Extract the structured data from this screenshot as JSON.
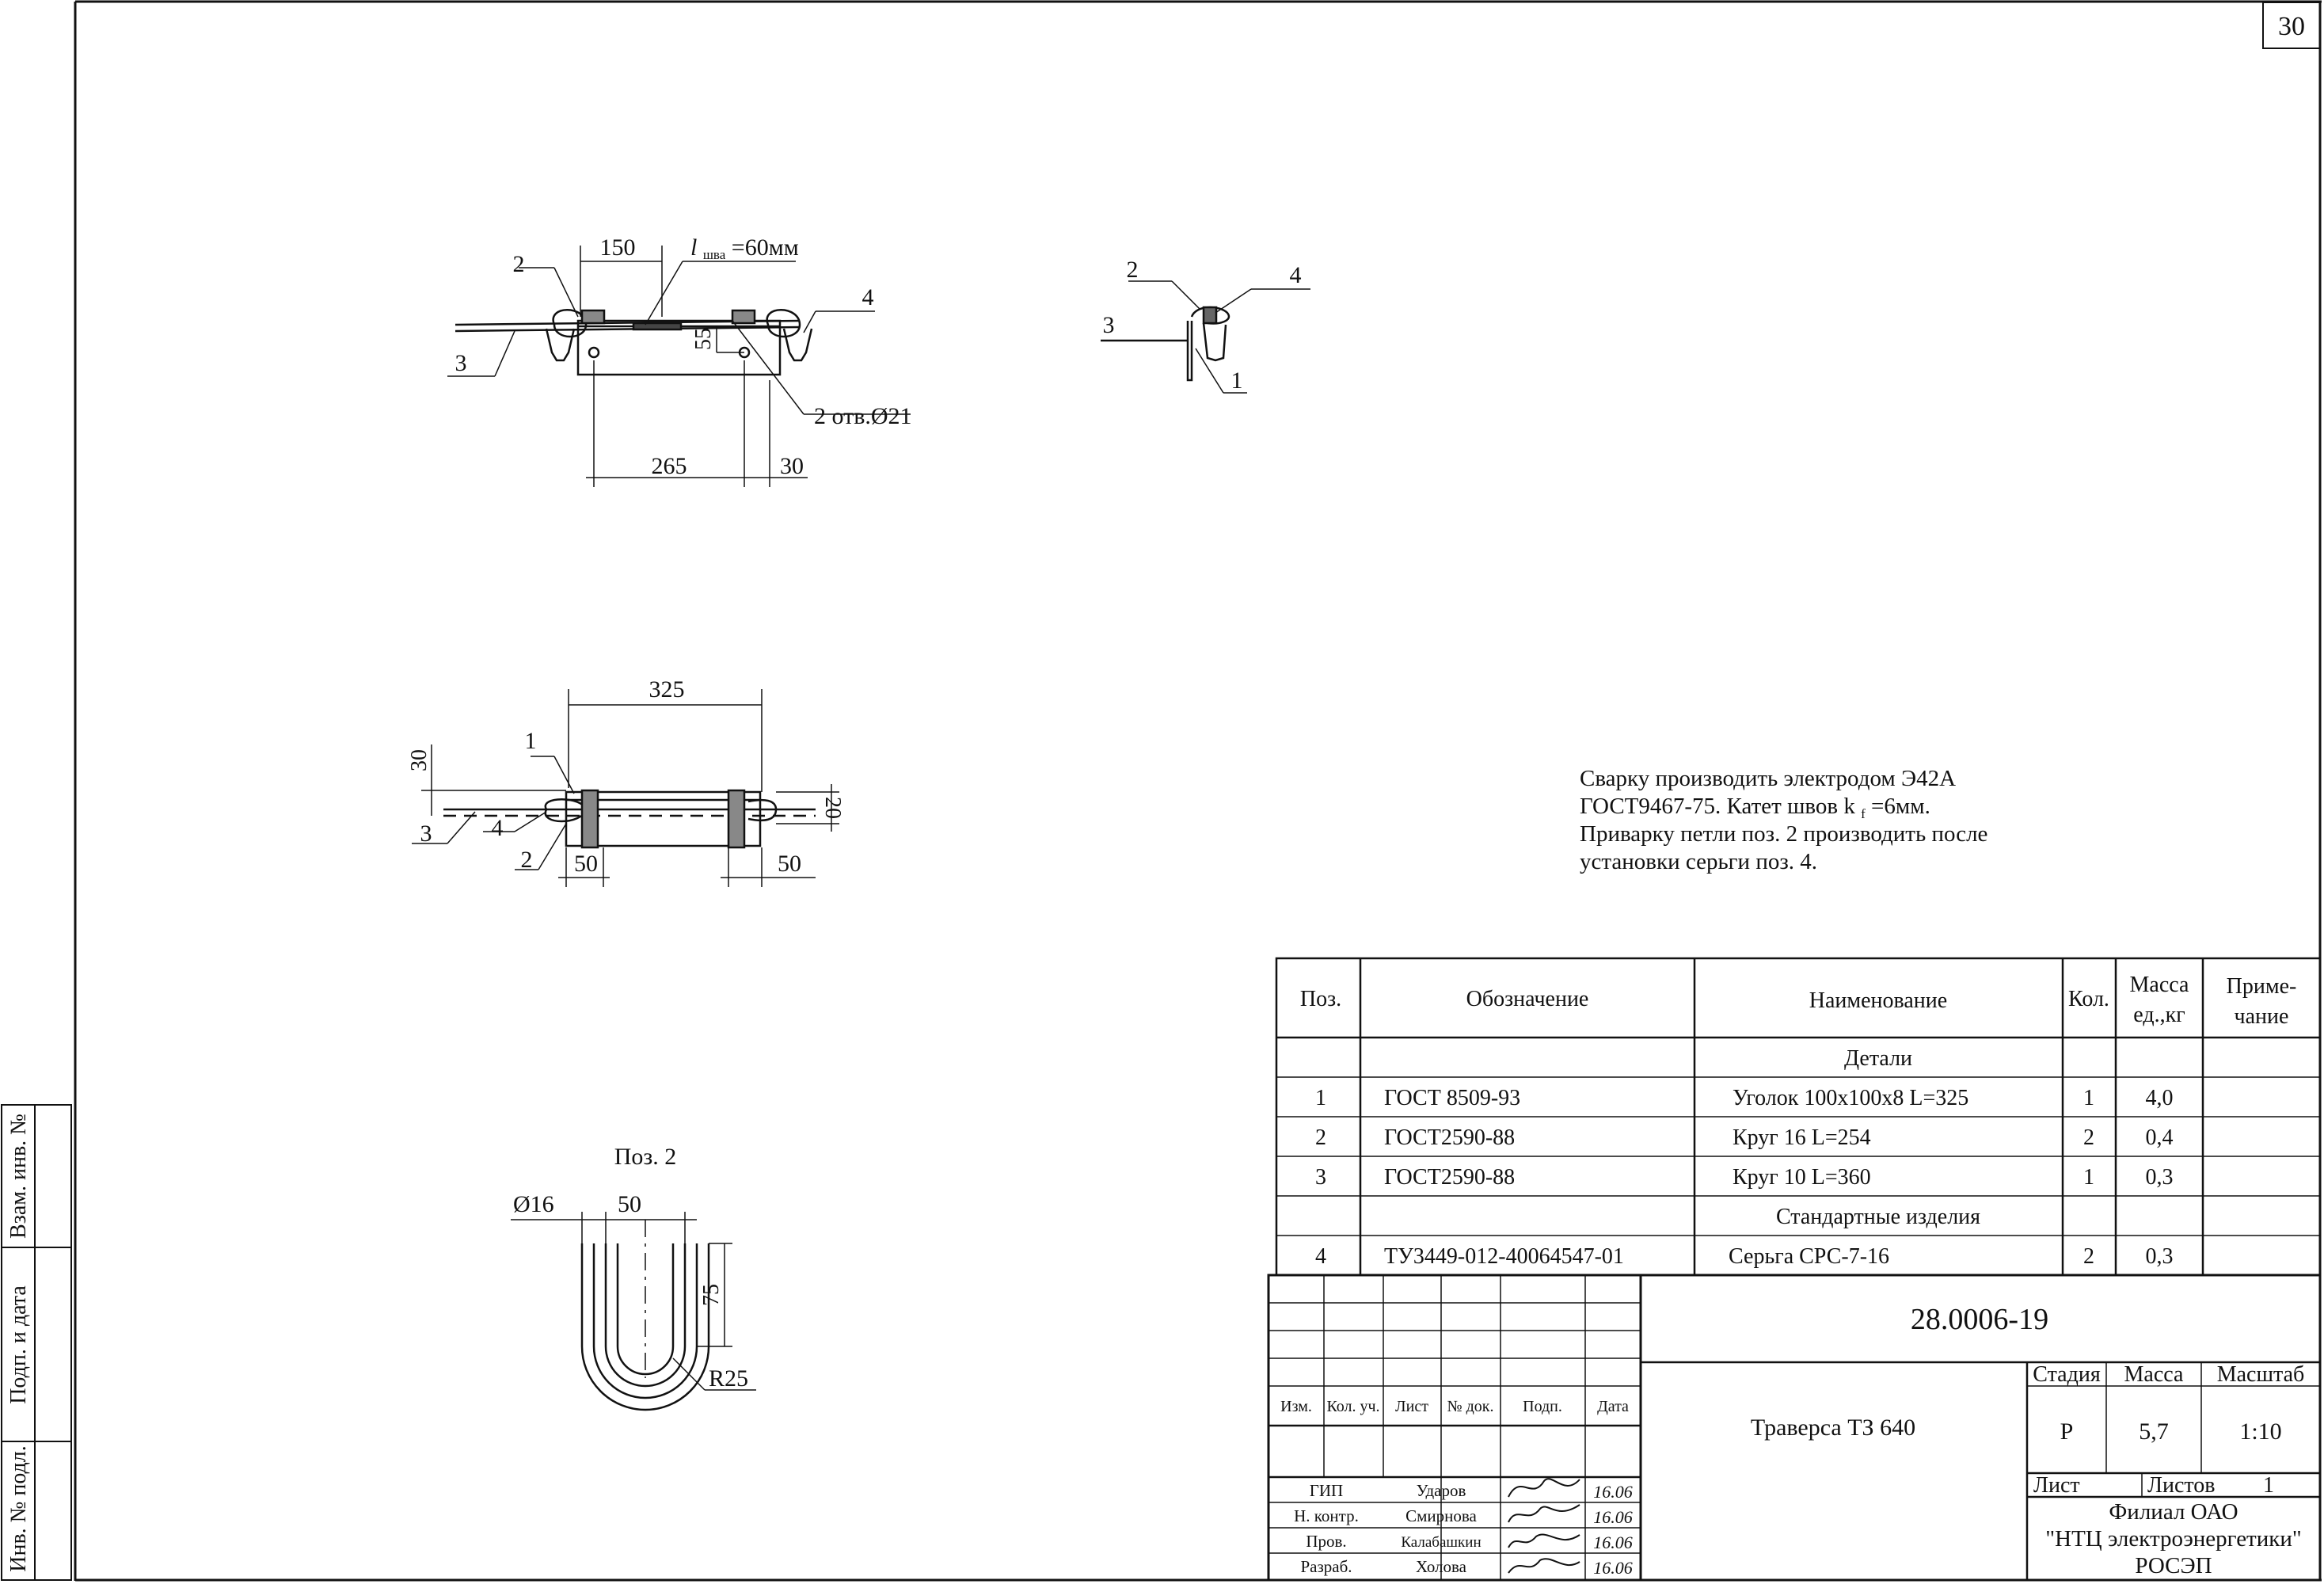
{
  "sheet": {
    "page_number": "30"
  },
  "side_stamp": {
    "labels": [
      "Инв. № подл.",
      "Подп. и дата",
      "Взам. инв. №"
    ]
  },
  "view_top": {
    "dim_150": "150",
    "weld_label": "l",
    "weld_sub": "шва",
    "weld_value": "=60мм",
    "dim_55": "55",
    "holes_label": "2 отв.Ø21",
    "dim_265": "265",
    "dim_30": "30",
    "callouts": [
      "2",
      "3",
      "4"
    ]
  },
  "view_side": {
    "callouts": [
      "2",
      "4",
      "3",
      "1"
    ]
  },
  "view_plan": {
    "dim_325": "325",
    "dim_30": "30",
    "dim_20": "20",
    "dim_50_left": "50",
    "dim_50_right": "50",
    "callouts": [
      "1",
      "3",
      "4",
      "2"
    ]
  },
  "pos2": {
    "title": "Поз. 2",
    "diameter": "Ø16",
    "dim_50": "50",
    "dim_75": "75",
    "radius": "R25"
  },
  "notes": {
    "line1": "Сварку производить электродом Э42А",
    "line2a": "ГОСТ9467-75. Катет швов k",
    "line2sub": "f",
    "line2b": "=6мм.",
    "line3": "Приварку петли поз. 2 производить после",
    "line4": "установки серьги поз. 4."
  },
  "spec": {
    "headers": {
      "pos": "Поз.",
      "designation": "Обозначение",
      "name": "Наименование",
      "qty": "Кол.",
      "mass_1": "Масса",
      "mass_2": "ед.,кг",
      "note_1": "Приме-",
      "note_2": "чание"
    },
    "section_parts": "Детали",
    "section_standard": "Стандартные изделия",
    "rows": [
      {
        "pos": "1",
        "designation": "ГОСТ 8509-93",
        "name": "Уголок 100х100х8 L=325",
        "qty": "1",
        "mass": "4,0"
      },
      {
        "pos": "2",
        "designation": "ГОСТ2590-88",
        "name": "Круг 16 L=254",
        "qty": "2",
        "mass": "0,4"
      },
      {
        "pos": "3",
        "designation": "ГОСТ2590-88",
        "name": "Круг 10 L=360",
        "qty": "1",
        "mass": "0,3"
      },
      {
        "pos": "4",
        "designation": "ТУ3449-012-40064547-01",
        "name": "Серьга СРС-7-16",
        "qty": "2",
        "mass": "0,3"
      }
    ]
  },
  "title_block": {
    "doc_number": "28.0006-19",
    "title": "Траверса ТЗ 640",
    "rev_headers": [
      "Изм.",
      "Кол. уч.",
      "Лист",
      "№ док.",
      "Подп.",
      "Дата"
    ],
    "stage_label": "Стадия",
    "mass_label": "Масса",
    "scale_label": "Масштаб",
    "stage": "Р",
    "mass": "5,7",
    "scale": "1:10",
    "sheet_label": "Лист",
    "sheets_label": "Листов",
    "sheets": "1",
    "org_1": "Филиал ОАО",
    "org_2": "\"НТЦ электроэнергетики\"",
    "org_3": "РОСЭП",
    "people": [
      {
        "role": "ГИП",
        "name": "Ударов",
        "date": "16.06"
      },
      {
        "role": "Н. контр.",
        "name": "Смирнова",
        "date": "16.06"
      },
      {
        "role": "Пров.",
        "name": "Калабашкин",
        "date": "16.06"
      },
      {
        "role": "Разраб.",
        "name": "Холова",
        "date": "16.06"
      }
    ]
  }
}
